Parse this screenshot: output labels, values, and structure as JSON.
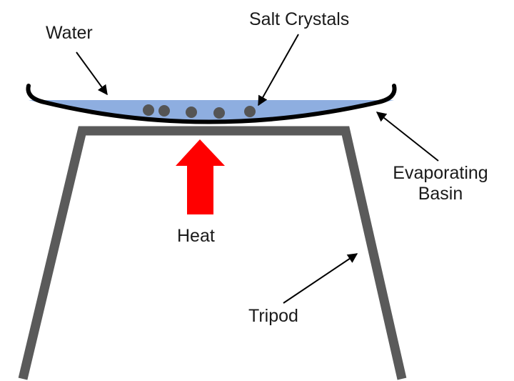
{
  "labels": {
    "water": "Water",
    "salt_crystals": "Salt Crystals",
    "evaporating_basin_line1": "Evaporating",
    "evaporating_basin_line2": "Basin",
    "heat": "Heat",
    "tripod": "Tripod"
  },
  "colors": {
    "water": "#8eaee0",
    "basin": "#000000",
    "crystals": "#555555",
    "tripod": "#5a5a5a",
    "heat_arrow": "#ff0000",
    "pointer": "#000000"
  },
  "salt_crystal_count": 5
}
